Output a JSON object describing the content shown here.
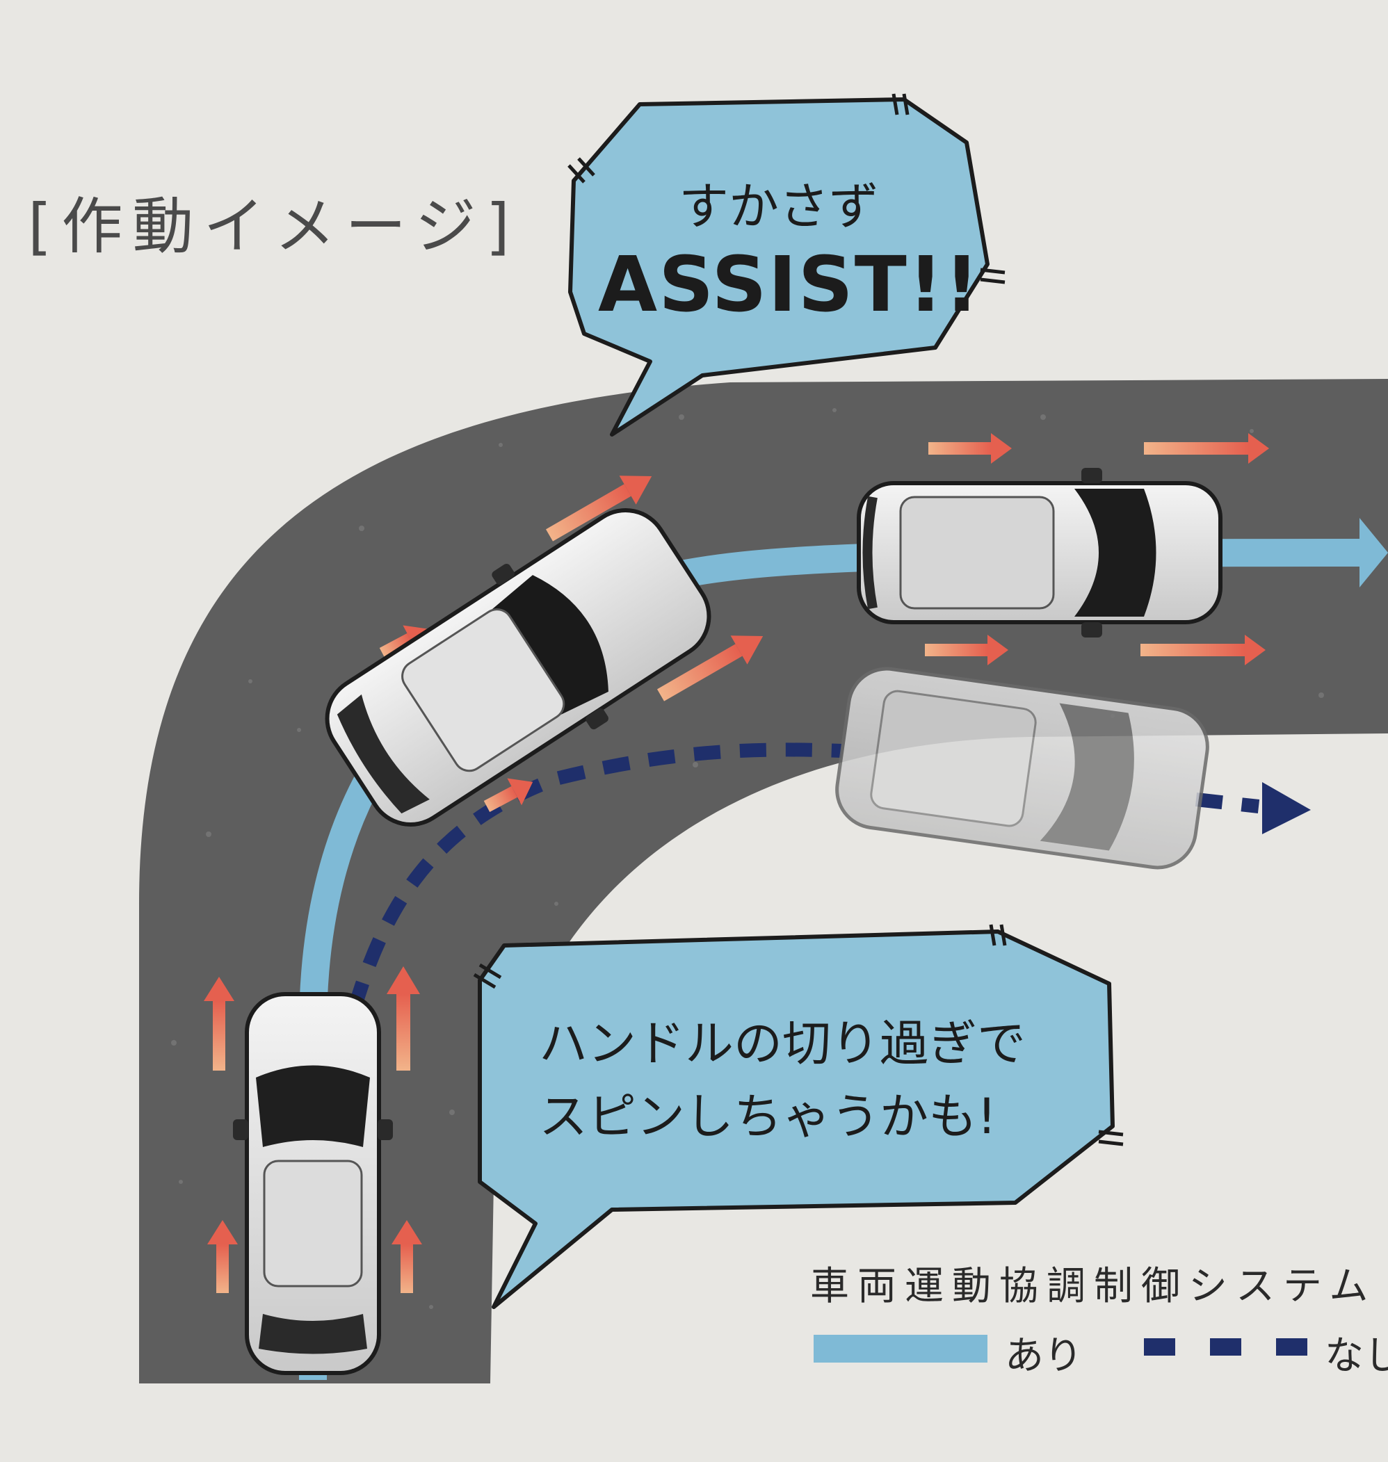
{
  "title": "[作動イメージ]",
  "bubble_assist": {
    "line1": "すかさず",
    "line2": "ASSIST!!"
  },
  "bubble_spin": {
    "line1": "ハンドルの切り過ぎで",
    "line2": "スピンしちゃうかも!"
  },
  "legend": {
    "title": "車両運動協調制御システム",
    "with_label": "あり",
    "without_label": "なし",
    "with_color": "#7fbad6",
    "without_color": "#1f2f6b"
  },
  "colors": {
    "background": "#e8e7e3",
    "road": "#5f5f5f",
    "bubble_fill": "#8fc3d9",
    "arrow": "#e8765e"
  }
}
